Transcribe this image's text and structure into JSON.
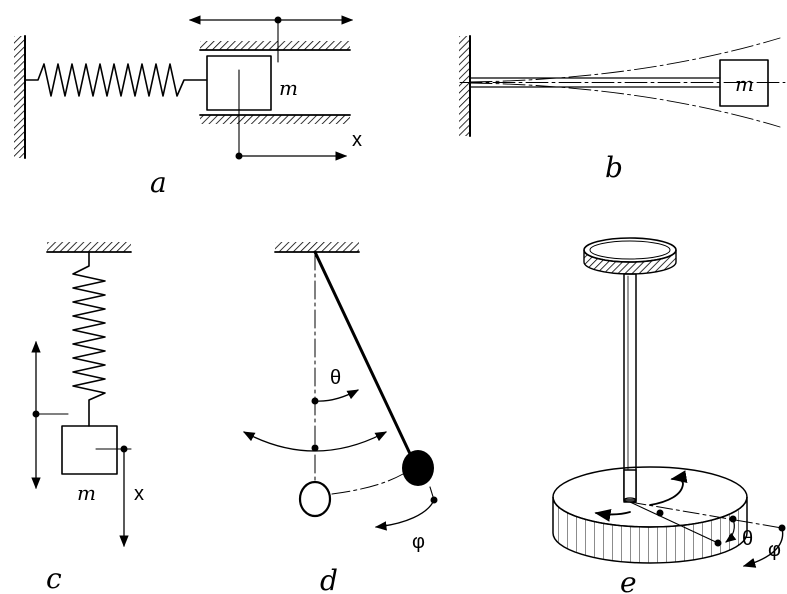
{
  "panels": {
    "a": {
      "caption": "a",
      "mass_label": "m",
      "axis_label": "x"
    },
    "b": {
      "caption": "b",
      "mass_label": "m"
    },
    "c": {
      "caption": "c",
      "mass_label": "m",
      "axis_label": "x"
    },
    "d": {
      "caption": "d",
      "angle_theta": "θ",
      "angle_phi": "φ"
    },
    "e": {
      "caption": "e",
      "angle_theta": "θ",
      "angle_phi": "φ"
    }
  },
  "colors": {
    "ink": "#000000",
    "background": "#ffffff"
  }
}
